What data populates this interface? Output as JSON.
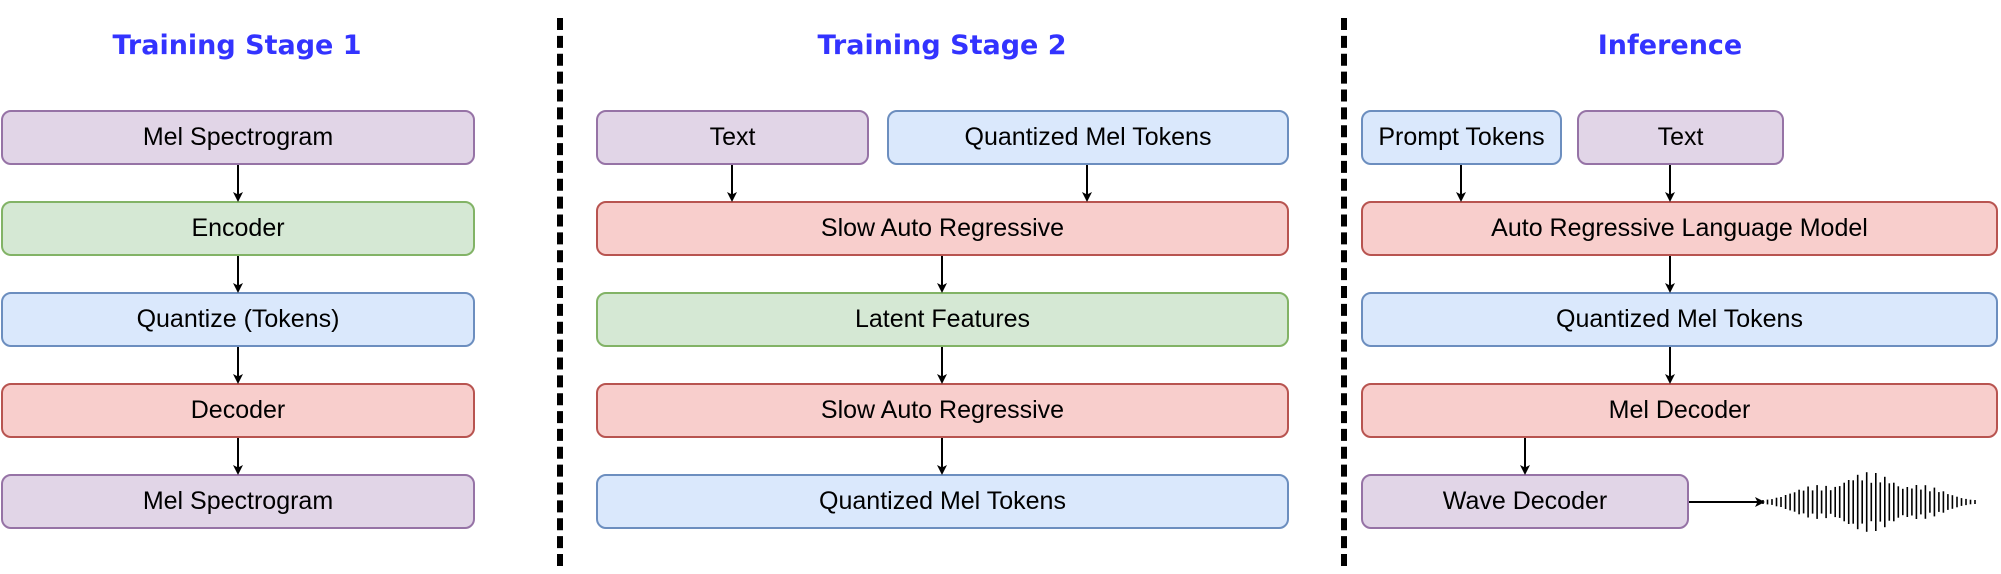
{
  "stage1": {
    "title": "Training Stage 1",
    "boxes": [
      "Mel Spectrogram",
      "Encoder",
      "Quantize (Tokens)",
      "Decoder",
      "Mel Spectrogram"
    ]
  },
  "stage2": {
    "title": "Training Stage 2",
    "inputs": [
      "Text",
      "Quantized Mel Tokens"
    ],
    "boxes": [
      "Slow Auto Regressive",
      "Latent Features",
      "Slow Auto Regressive",
      "Quantized Mel Tokens"
    ]
  },
  "inference": {
    "title": "Inference",
    "inputs": [
      "Prompt Tokens",
      "Text"
    ],
    "boxes": [
      "Auto Regressive Language Model",
      "Quantized Mel Tokens",
      "Mel Decoder",
      "Wave Decoder"
    ]
  },
  "colors": {
    "purple_fill": "#e1d5e7",
    "green_fill": "#d5e8d4",
    "blue_fill": "#dae8fc",
    "red_fill": "#f8cecc",
    "title": "#3333ff"
  }
}
